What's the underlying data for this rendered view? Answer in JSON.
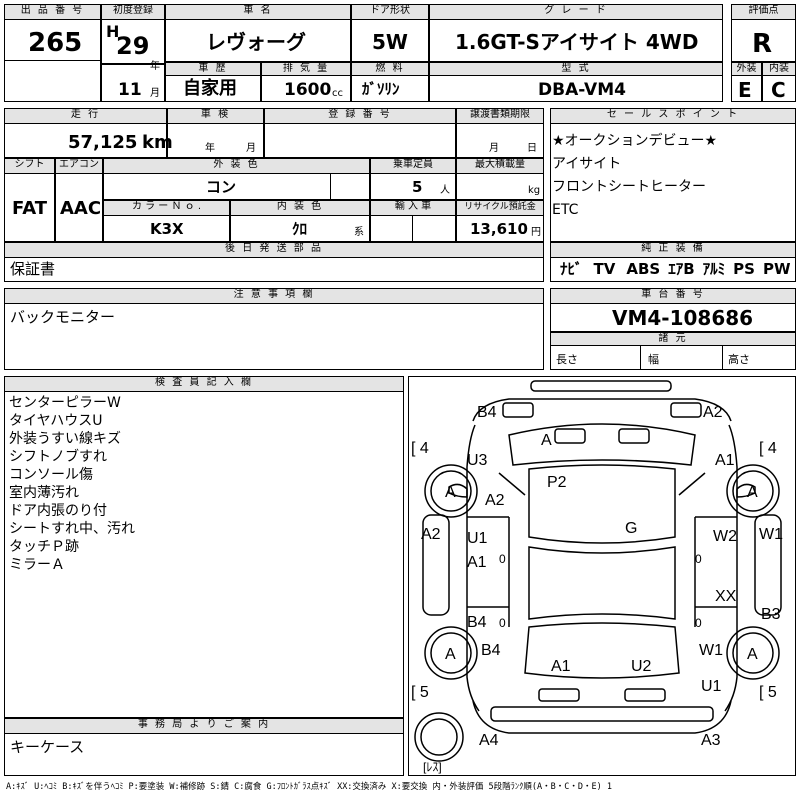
{
  "lot": {
    "label": "出 品 番 号",
    "value": "265"
  },
  "first_reg": {
    "label": "初度登録",
    "era": "H",
    "year": "29",
    "year_unit": "年",
    "month": "11",
    "month_unit": "月"
  },
  "car_name": {
    "label": "車 名",
    "value": "レヴォーグ"
  },
  "door": {
    "label": "ドア形状",
    "value": "5W"
  },
  "grade": {
    "label": "グ レ ー ド",
    "value": "1.6GT-Sアイサイト 4WD"
  },
  "score": {
    "label": "評価点",
    "value": "R"
  },
  "history": {
    "label": "車 歴",
    "value": "自家用"
  },
  "displacement": {
    "label": "排 気 量",
    "value": "1600",
    "unit": "cc"
  },
  "fuel": {
    "label": "燃 料",
    "value": "ｶﾞｿﾘﾝ"
  },
  "model_code": {
    "label": "型 式",
    "value": "DBA-VM4"
  },
  "exterior": {
    "label": "外装",
    "value": "E"
  },
  "interior": {
    "label": "内装",
    "value": "C"
  },
  "mileage": {
    "label": "走 行",
    "value": "57,125",
    "unit": "km"
  },
  "inspection": {
    "label": "車 検",
    "year_unit": "年",
    "month_unit": "月"
  },
  "reg_number": {
    "label": "登 録 番 号"
  },
  "transfer_deadline": {
    "label": "譲渡書類期限",
    "month_unit": "月",
    "day_unit": "日"
  },
  "shift": {
    "label": "シフト",
    "value": "FAT"
  },
  "aircon": {
    "label": "エアコン",
    "value": "AAC"
  },
  "color": {
    "label": "外 装 色",
    "value": "コン"
  },
  "capacity": {
    "label": "乗車定員",
    "value": "5",
    "unit": "人"
  },
  "max_load": {
    "label": "最大積載量",
    "unit": "kg"
  },
  "color_no": {
    "label": "カ ラ ー Ｎ ｏ .",
    "value": "K3X"
  },
  "interior_color": {
    "label": "内 装 色",
    "value": "ｸﾛ",
    "unit": "系"
  },
  "import": {
    "label": "輸 入 車"
  },
  "recycle": {
    "label": "リサイクル預託金",
    "value": "13,610",
    "unit": "円"
  },
  "sales_points": {
    "label": "セ ー ル ス ポ イ ン ト",
    "items": [
      "★オークションデビュー★",
      "アイサイト",
      "フロントシートヒーター",
      "ETC"
    ]
  },
  "later_parts": {
    "label": "後 日 発 送 部 品",
    "value": "保証書"
  },
  "equipment": {
    "label": "純 正 装 備",
    "items": [
      "ﾅﾋﾞ",
      "TV",
      "ABS",
      "ｴｱB",
      "ｱﾙﾐ",
      "PS",
      "PW"
    ]
  },
  "notes": {
    "label": "注 意 事 項 欄",
    "value": "バックモニター"
  },
  "chassis": {
    "label": "車 台 番 号",
    "value": "VM4-108686"
  },
  "dimensions": {
    "label": "諸 元",
    "length": "長さ",
    "width": "幅",
    "height": "高さ"
  },
  "inspector": {
    "label": "検 査 員 記 入 欄",
    "items": [
      "センターピラーW",
      "タイヤハウスU",
      "外装うすい線キズ",
      "シフトノブすれ",
      "コンソール傷",
      "室内薄汚れ",
      "ドア内張のり付",
      "シートすれ中、汚れ",
      "タッチＰ跡",
      "ミラーＡ"
    ]
  },
  "office": {
    "label": "事 務 局 よ り ご 案 内",
    "value": "キーケース"
  },
  "diagram": {
    "marks": {
      "b4_top": "B4",
      "a2_top": "A2",
      "a_windshield": "A",
      "u3": "U3",
      "a1_fr": "A1",
      "p2": "P2",
      "a2_fl": "A2",
      "a_tire_fl": "A",
      "a_tire_fr": "A",
      "a2_side": "A2",
      "u1_l": "U1",
      "a1_l": "A1",
      "g": "G",
      "w2": "W2",
      "w1_side": "W1",
      "xx": "XX",
      "b3": "B3",
      "b4_l": "B4",
      "b4_rl": "B4",
      "w1_rr": "W1",
      "a_tire_rl": "A",
      "a_tire_rr": "A",
      "a1_rear": "A1",
      "u2": "U2",
      "u1_rear": "U1",
      "a4": "A4",
      "a3": "A3",
      "zero1": "0",
      "zero2": "0",
      "zero3": "0",
      "zero4": "0"
    },
    "tire_fl_label": "[ 4",
    "tire_fr_label": "[ 4",
    "tire_rl_label": "[ 5",
    "tire_rr_label": "[ 5",
    "spare_label": "[ﾚｽ]"
  },
  "legend": "A:ｷｽﾞ U:ﾍｺﾐ B:ｷｽﾞを伴うﾍｺﾐ P:要塗装 W:補修跡 S:錆 C:腐食 G:ﾌﾛﾝﾄｶﾞﾗｽ点ｷｽﾞ XX:交換済み X:要交換 内・外装評価 5段階ﾗﾝｸ順(A・B・C・D・E) 1"
}
